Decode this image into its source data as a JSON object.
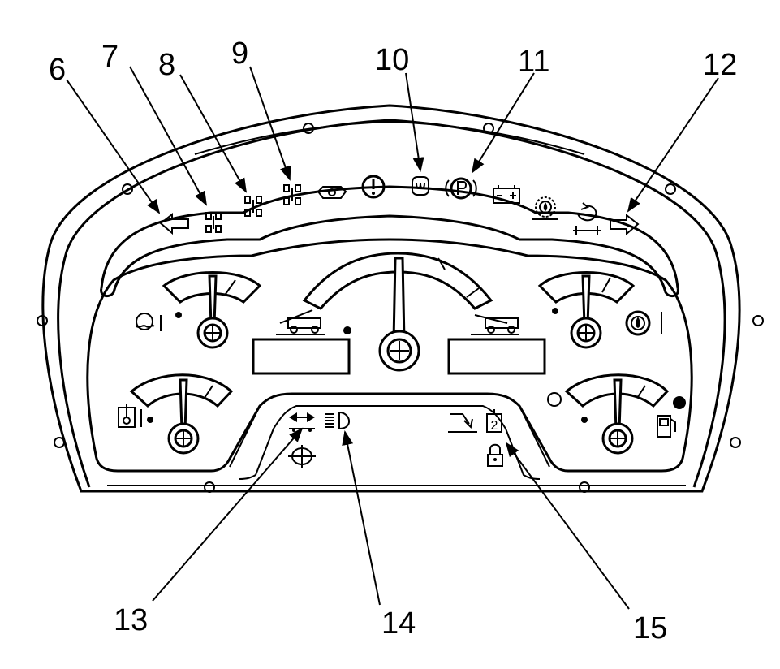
{
  "callouts": [
    {
      "id": "6",
      "label": "6"
    },
    {
      "id": "7",
      "label": "7"
    },
    {
      "id": "8",
      "label": "8"
    },
    {
      "id": "9",
      "label": "9"
    },
    {
      "id": "10",
      "label": "10"
    },
    {
      "id": "11",
      "label": "11"
    },
    {
      "id": "12",
      "label": "12"
    },
    {
      "id": "13",
      "label": "13"
    },
    {
      "id": "14",
      "label": "14"
    },
    {
      "id": "15",
      "label": "15"
    }
  ],
  "icons": {
    "left_turn": "left-turn-arrow-icon",
    "right_turn": "right-turn-arrow-icon",
    "steer_mode_1": "two-wheel-steer-icon",
    "steer_mode_2": "four-wheel-steer-icon",
    "steer_mode_3": "crab-steer-icon",
    "engine_oil": "engine-oil-pressure-icon",
    "warning": "general-warning-icon",
    "glow_plug": "glow-plug-icon",
    "parking_brake": "parking-brake-icon",
    "battery": "battery-charge-icon",
    "transmission_temp": "transmission-oil-temperature-icon",
    "air_filter": "air-filter-icon",
    "coolant": "coolant-temperature-icon",
    "hydraulic_oil": "hydraulic-oil-temperature-icon",
    "fuel": "fuel-level-icon",
    "boom_angle": "boom-angle-icon",
    "boom_extension": "boom-extension-icon",
    "stabilizer_lock": "stabilizer-lock-icon",
    "high_beam": "high-beam-icon",
    "lock": "lock-icon"
  },
  "display": {
    "box_number": "2"
  }
}
